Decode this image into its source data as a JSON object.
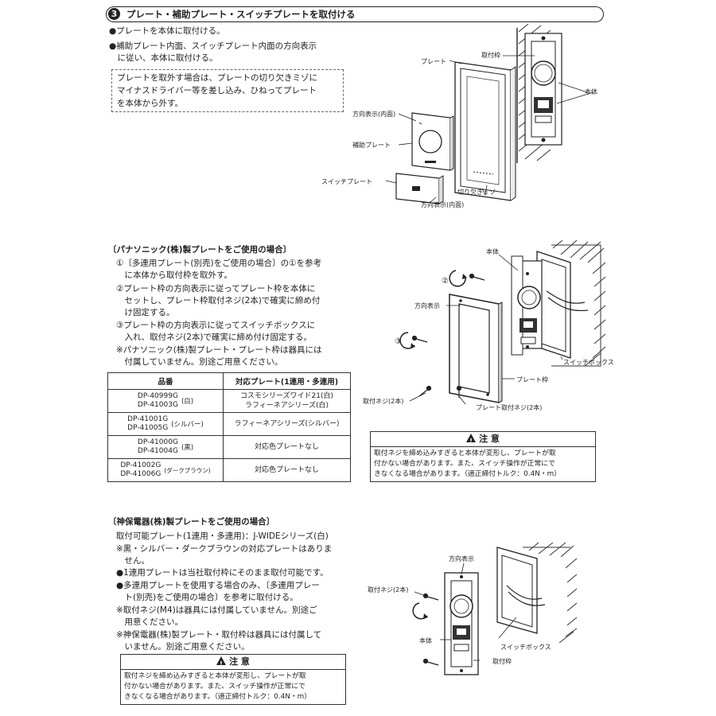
{
  "header": {
    "number": "3",
    "title": "プレート・補助プレート・スイッチプレートを取付ける"
  },
  "section1": {
    "bullets": [
      "●プレートを本体に取付ける。",
      "●補助プレート内面、スイッチプレート内面の方向表示",
      "　に従い、本体に取付ける。"
    ],
    "note": [
      "プレートを取外す場合は、プレートの切り欠きミゾに",
      "マイナスドライバー等を差し込み、ひねってプレート",
      "を本体から外す。"
    ],
    "labels": {
      "plate": "プレート",
      "frame": "取付枠",
      "body": "本体",
      "direction_inner_1": "方向表示(内面)",
      "aux_plate": "補助プレート",
      "switch_plate": "スイッチプレート",
      "notch": "切り欠きミゾ",
      "direction_inner_2": "方向表示(内面)"
    }
  },
  "section2": {
    "heading": "〔パナソニック(株)製プレートをご使用の場合〕",
    "lines": [
      "①〔多連用プレート(別売)をご使用の場合〕の①を参考",
      "　に本体から取付枠を取外す。",
      "②プレート枠の方向表示に従ってプレート枠を本体に",
      "　セットし、プレート枠取付ネジ(2本)で確実に締め付",
      "　け固定する。",
      "③プレート枠の方向表示に従ってスイッチボックスに",
      "　入れ、取付ネジ(2本)で確実に締め付け固定する。",
      "※パナソニック(株)製プレート・プレート枠は器具には",
      "　付属していません。別途ご用意ください。"
    ],
    "table": {
      "headers": [
        "品番",
        "対応プレート(1連用・多連用)"
      ],
      "rows": [
        {
          "parts": [
            "DP-40999G",
            "DP-41003G"
          ],
          "color": "(白)",
          "plates": [
            "コスモシリーズワイド21(白)",
            "ラフィーネアシリーズ(白)"
          ]
        },
        {
          "parts": [
            "DP-41001G",
            "DP-41005G"
          ],
          "color": "(シルバー)",
          "plates": [
            "ラフィーネアシリーズ(シルバー)"
          ]
        },
        {
          "parts": [
            "DP-41000G",
            "DP-41004G"
          ],
          "color": "(黒)",
          "plates": [
            "対応色プレートなし"
          ]
        },
        {
          "parts": [
            "DP-41002G",
            "DP-41006G"
          ],
          "color": "(ダークブラウン)",
          "plates": [
            "対応色プレートなし"
          ]
        }
      ]
    },
    "labels": {
      "body": "本体",
      "step2": "②",
      "direction": "方向表示",
      "step3": "③",
      "switch_box": "スイッチボックス",
      "plate_frame": "プレート枠",
      "screw": "取付ネジ(2本)",
      "plate_screw": "プレート取付ネジ(2本)"
    },
    "caution": {
      "title": "注 意",
      "text": "取付ネジを締め込みすぎると本体が変形し、プレートが取\n付かない場合があります。また、スイッチ操作が正常にで\nきなくなる場合があります。（適正締付トルク：0.4N・m）"
    }
  },
  "section3": {
    "heading": "〔神保電器(株)製プレートをご使用の場合〕",
    "lines": [
      "取付可能プレート(1連用・多連用)：J-WIDEシリーズ(白)",
      "※黒・シルバー・ダークブラウンの対応プレートはありま",
      "　せん。",
      "●1連用プレートは当社取付枠にそのまま取付可能です。",
      "●多連用プレートを使用する場合のみ、〔多連用プレー",
      "　ト(別売)をご使用の場合〕を参考に取付ける。",
      "※取付ネジ(M4)は器具には付属していません。別途ご",
      "　用意ください。",
      "※神保電器(株)製プレート・取付枠は器具には付属して",
      "　いません。別途ご用意ください。"
    ],
    "labels": {
      "direction": "方向表示",
      "screw": "取付ネジ(2本)",
      "body": "本体",
      "switch_box": "スイッチボックス",
      "frame": "取付枠"
    },
    "caution": {
      "title": "注 意",
      "text": "取付ネジを締め込みすぎると本体が変形し、プレートが取\n付かない場合があります。また、スイッチ操作が正常にで\nきなくなる場合があります。（適正締付トルク：0.4N・m）"
    }
  }
}
